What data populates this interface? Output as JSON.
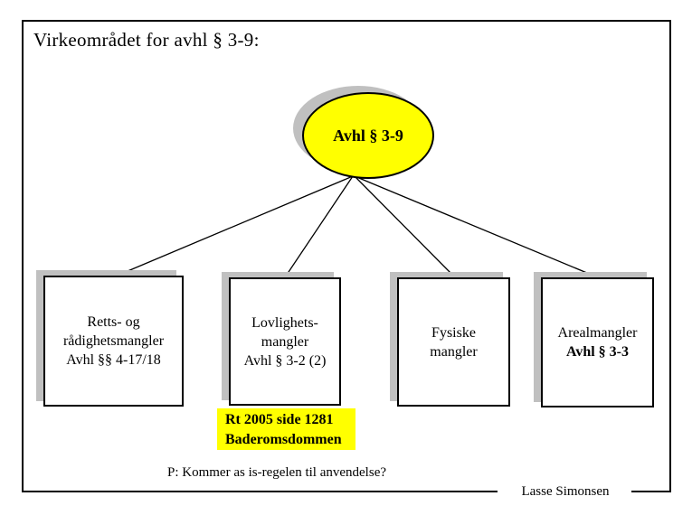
{
  "slide": {
    "title": "Virkeområdet for avhl § 3-9:",
    "question": "P: Kommer as is-regelen til anvendelse?",
    "footer_name": "Lasse Simonsen"
  },
  "diagram": {
    "root": {
      "label": "Avhl § 3-9"
    },
    "boxes": [
      {
        "lines": [
          "Retts- og",
          "rådighetsmangler",
          "Avhl §§ 4-17/18"
        ]
      },
      {
        "lines": [
          "Lovlighets-",
          "mangler",
          "Avhl § 3-2 (2)"
        ]
      },
      {
        "lines": [
          "Fysiske",
          "mangler"
        ]
      },
      {
        "lines": [
          "Arealmangler",
          "Avhl § 3-3"
        ]
      }
    ],
    "connections": [
      {
        "from": "Avhl § 3-9",
        "to": "Retts- og rådighetsmangler Avhl §§ 4-17/18"
      },
      {
        "from": "Avhl § 3-9",
        "to": "Lovlighetsmangler Avhl § 3-2 (2)"
      },
      {
        "from": "Avhl § 3-9",
        "to": "Fysiske mangler"
      },
      {
        "from": "Avhl § 3-9",
        "to": "Arealmangler Avhl § 3-3"
      }
    ],
    "highlight": {
      "lines": [
        "Rt 2005 side 1281",
        "Baderomsdommen"
      ]
    }
  },
  "colors": {
    "accent_yellow": "#ffff00",
    "shadow_gray": "#c0c0c0",
    "border_black": "#000000"
  }
}
